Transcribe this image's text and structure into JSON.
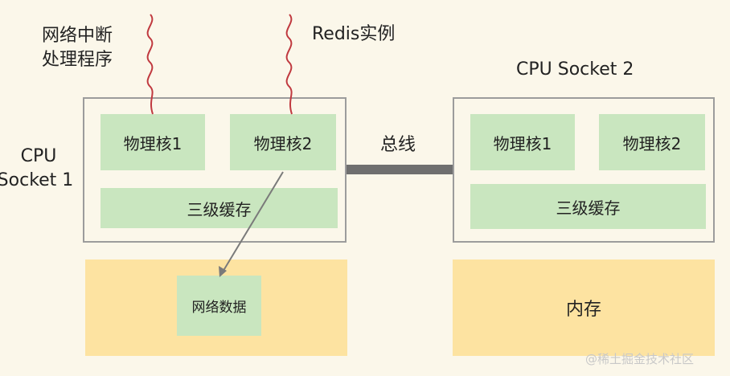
{
  "labels": {
    "interrupt_line1": "网络中断",
    "interrupt_line2": "处理程序",
    "redis": "Redis实例",
    "socket1_line1": "CPU",
    "socket1_line2": "Socket 1",
    "socket2": "CPU Socket 2",
    "bus": "总线"
  },
  "socket1": {
    "core1": "物理核1",
    "core2": "物理核2",
    "cache": "三级缓存",
    "memory_block": "网络数据"
  },
  "socket2": {
    "core1": "物理核1",
    "core2": "物理核2",
    "cache": "三级缓存",
    "memory": "内存"
  },
  "watermark": "@稀土掘金技术社区",
  "colors": {
    "background": "#fbf7ea",
    "core_fill": "#c9e6bf",
    "memory_fill": "#fde3a1",
    "socket_border": "#9c9c9c",
    "bus": "#6f6f6f",
    "wavy_line": "#c0393f",
    "arrow": "#7a7a7a"
  }
}
